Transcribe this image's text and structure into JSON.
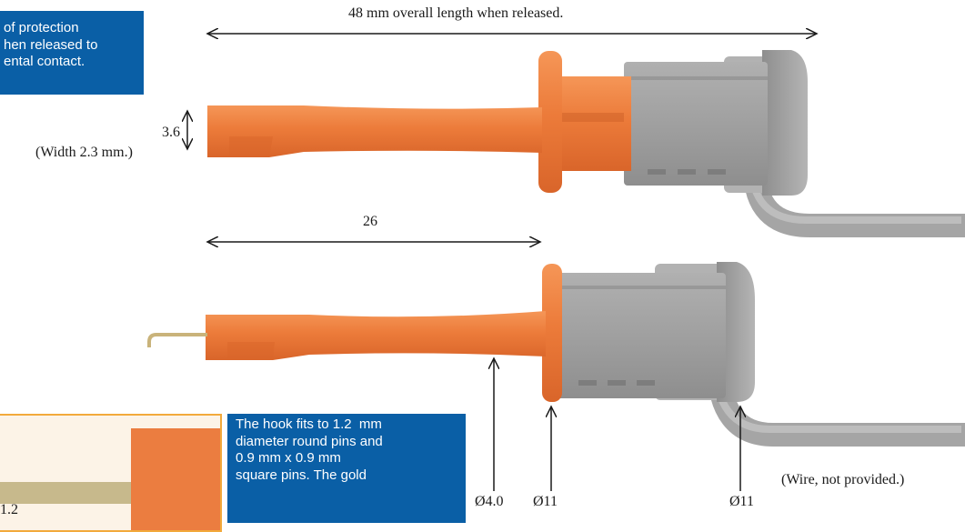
{
  "callouts": {
    "top": "of protection\nhen released to\nental contact.",
    "bottom": "The hook fits to 1.2  mm\ndiameter round pins and\n0.9 mm x 0.9 mm\nsquare pins. The gold"
  },
  "dimensions": {
    "overall_length": "48 mm overall length when released.",
    "hook_height": "3.6",
    "hook_width": "(Width 2.3 mm.)",
    "extended_length": "26",
    "tip_diameter": "Ø4.0",
    "flange_diameter": "Ø11",
    "cap_diameter": "Ø11",
    "inset_partial": "1.2"
  },
  "notes": {
    "wire": "(Wire, not provided.)"
  },
  "colors": {
    "callout_bg": "#0a5fa6",
    "probe_orange": "#ec7b3a",
    "housing_grey": "#9a9a9a",
    "inset_border": "#f2a93b",
    "hook_gold": "#c9b37a"
  }
}
